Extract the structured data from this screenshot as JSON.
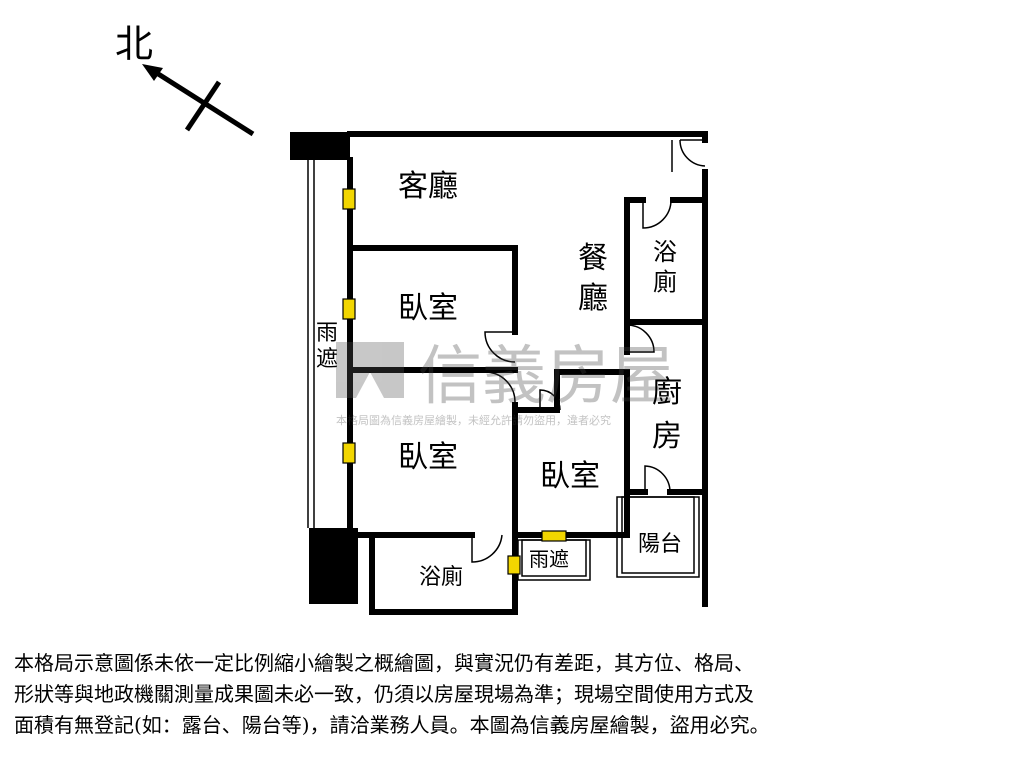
{
  "compass": {
    "north_label": "北"
  },
  "rooms": {
    "living": "客廳",
    "dining_1": "餐",
    "dining_2": "廳",
    "bath_top_1": "浴",
    "bath_top_2": "廁",
    "bedroom_1": "臥室",
    "bedroom_2": "臥室",
    "bedroom_3": "臥室",
    "canopy_left_1": "雨",
    "canopy_left_2": "遮",
    "kitchen_1": "廚",
    "kitchen_2": "房",
    "balcony": "陽台",
    "bath_bottom": "浴廁",
    "canopy_bottom": "雨遮"
  },
  "watermark": {
    "brand": "信義房屋",
    "notice": "本格局圖為信義房屋繪製，未經允許請勿盜用，違者必究"
  },
  "disclaimer": {
    "line1": "本格局示意圖係未依一定比例縮小繪製之概繪圖，與實況仍有差距，其方位、格局、",
    "line2": "形狀等與地政機關測量成果圖未必一致，仍須以房屋現場為準；現場空間使用方式及",
    "line3": "面積有無登記(如：露台、陽台等)，請洽業務人員。本圖為信義房屋繪製，盜用必究。"
  }
}
